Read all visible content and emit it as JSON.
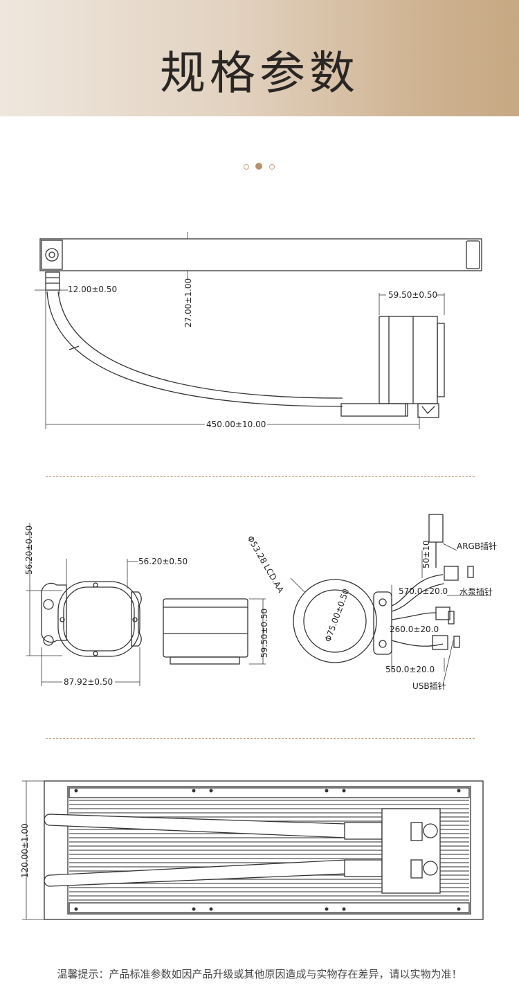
{
  "header": {
    "title": "规格参数"
  },
  "carousel": {
    "dots": 3,
    "active_index": 1
  },
  "side_view": {
    "dims": {
      "fitting": "12.00±0.50",
      "rad_thickness": "27.00±1.00",
      "pump_height": "59.50±0.50",
      "tube_length": "450.00±10.00"
    }
  },
  "pump_views": {
    "dims": {
      "mount_height": "56.20±0.50",
      "mount_width": "56.20±0.50",
      "bracket_width": "87.92±0.50",
      "pump_depth": "59.50±0.50",
      "lcd": "Φ53.28 LCD.AA",
      "pump_dia": "Φ75.00±0.50",
      "argb_cable_len": "50±10",
      "pump_cable": "570.0±20.0",
      "argb_pump_cable": "260.0±20.0",
      "usb_cable": "550.0±20.0"
    },
    "labels": {
      "argb": "ARGB插针",
      "pump_pin": "水泵插针",
      "usb": "USB插针"
    }
  },
  "radiator": {
    "dims": {
      "height": "120.00±1.00"
    }
  },
  "footer": {
    "note": "温馨提示：产品标准参数如因产品升级或其他原因造成与实物存在差异，请以实物为准！"
  }
}
